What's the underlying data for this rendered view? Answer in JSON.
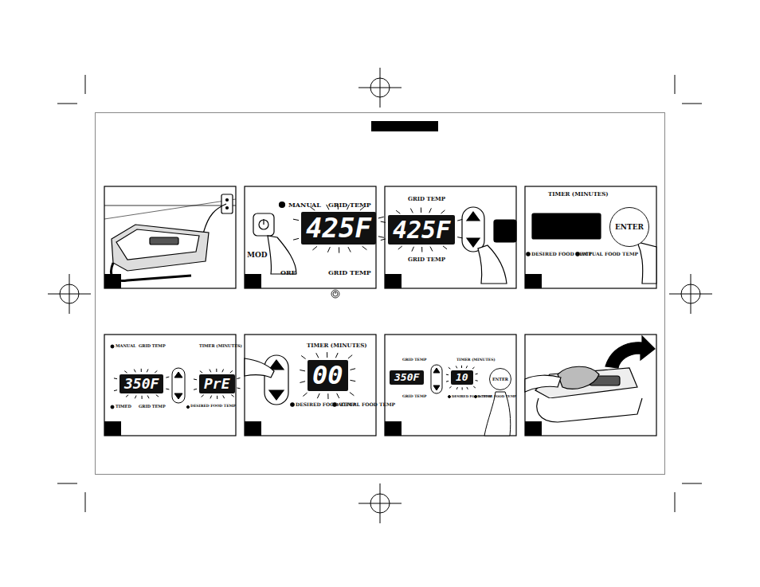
{
  "diagram": {
    "nodes": [
      {
        "text": [
          "425F"
        ]
      },
      {
        "text": [
          "425F"
        ]
      },
      {
        "text": [
          "ENTER"
        ]
      },
      {
        "text": [
          "350F"
        ]
      },
      {
        "text": [
          "PrE"
        ]
      },
      {
        "text": [
          "00"
        ]
      },
      {
        "text": [
          "350F"
        ]
      },
      {
        "text": [
          "10"
        ]
      },
      {
        "text": [
          "ENTER"
        ]
      }
    ],
    "labels": [
      "MANUAL",
      "GRID TEMP",
      "MOD",
      "ORE",
      "GRID TEMP",
      "GRID TEMP",
      "GRID TEMP",
      "TIMER (MINUTES)",
      "DESIRED FOOD TEMP",
      "ACTUAL FOOD TEMP",
      "MANUAL",
      "GRID TEMP",
      "TIMER (MINUTES)",
      "TIMED",
      "GRID TEMP",
      "DESIRED FOOD TEMP",
      "TIMER (MINUTES)",
      "DESIRED FOOD TEMP",
      "ACTUAL FOOD TEMP",
      "GRID TEMP",
      "GRID TEMP",
      "TIMER (MINUTES)",
      "DESIRED FOOD TEMP",
      "ACTUAL FOOD TEMP"
    ]
  }
}
